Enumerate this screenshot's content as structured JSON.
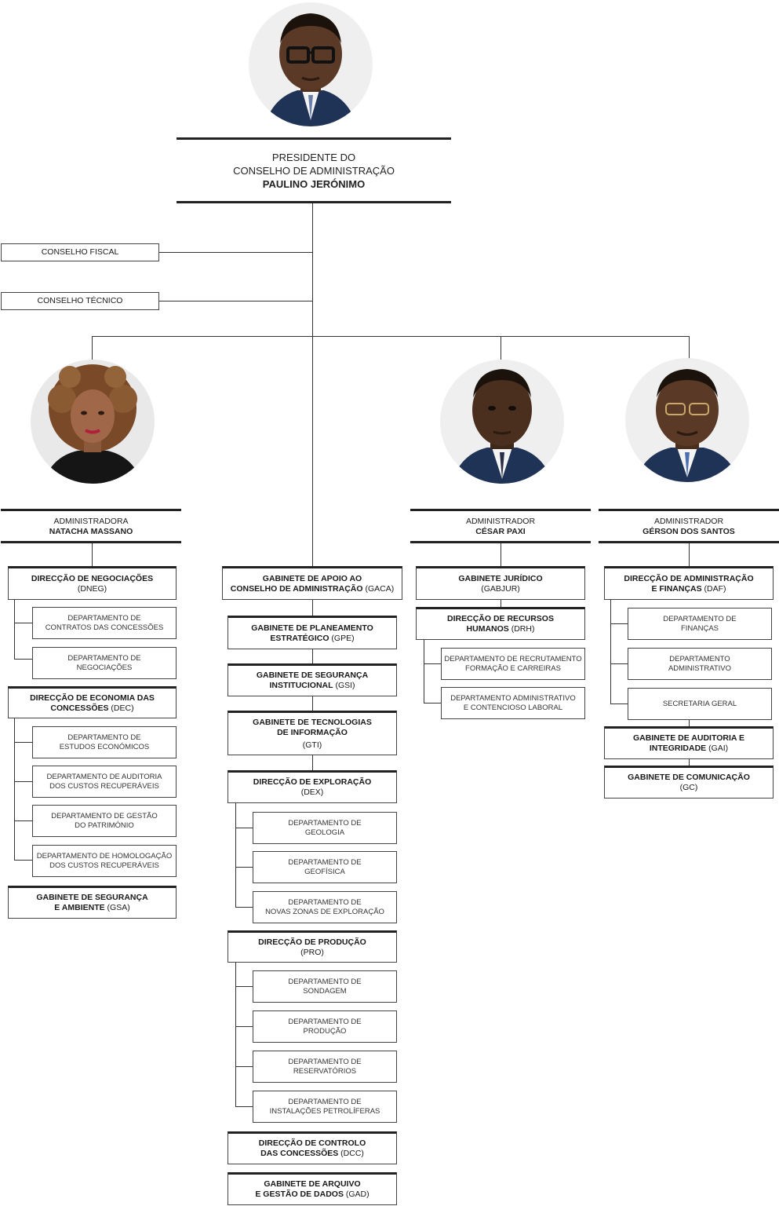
{
  "president": {
    "title1": "PRESIDENTE DO",
    "title2": "CONSELHO DE ADMINISTRAÇÃO",
    "name": "PAULINO JERÓNIMO"
  },
  "side_boards": {
    "fiscal": "CONSELHO FISCAL",
    "tecnico": "CONSELHO TÉCNICO"
  },
  "admins": [
    {
      "role": "ADMINISTRADORA",
      "name": "NATACHA MASSANO"
    },
    {
      "role": "ADMINISTRADOR",
      "name": "CÉSAR PAXI"
    },
    {
      "role": "ADMINISTRADOR",
      "name": "GÉRSON DOS SANTOS"
    }
  ],
  "col1": {
    "dneg": {
      "l1": "DIRECÇÃO DE NEGOCIAÇÕES",
      "l2": "(DNEG)"
    },
    "dneg_subs": [
      {
        "l1": "DEPARTAMENTO DE",
        "l2": "CONTRATOS DAS CONCESSÕES"
      },
      {
        "l1": "DEPARTAMENTO DE",
        "l2": "NEGOCIAÇÕES"
      }
    ],
    "dec": {
      "l1": "DIRECÇÃO DE ECONOMIA DAS",
      "l2b": "CONCESSÕES",
      "l2n": " (DEC)"
    },
    "dec_subs": [
      {
        "l1": "DEPARTAMENTO DE",
        "l2": "ESTUDOS ECONÓMICOS"
      },
      {
        "l1": "DEPARTAMENTO DE AUDITORIA",
        "l2": "DOS CUSTOS RECUPERÁVEIS"
      },
      {
        "l1": "DEPARTAMENTO DE GESTÃO",
        "l2": "DO PATRIMÓNIO"
      },
      {
        "l1": "DEPARTAMENTO DE HOMOLOGAÇÃO",
        "l2": "DOS CUSTOS RECUPERÁVEIS"
      }
    ],
    "gsa": {
      "l1": "GABINETE DE SEGURANÇA",
      "l2b": "E AMBIENTE",
      "l2n": " (GSA)"
    }
  },
  "col2": {
    "gaca": {
      "l1": "GABINETE DE APOIO AO",
      "l2b": "CONSELHO DE ADMINISTRAÇÃO",
      "l2n": " (GACA)"
    },
    "gpe": {
      "l1": "GABINETE DE PLANEAMENTO",
      "l2b": "ESTRATÉGICO",
      "l2n": " (GPE)"
    },
    "gsi": {
      "l1": "GABINETE DE SEGURANÇA",
      "l2b": "INSTITUCIONAL",
      "l2n": " (GSI)"
    },
    "gti": {
      "l1": "GABINETE DE TECNOLOGIAS",
      "l2": "DE INFORMAÇÃO",
      "l3": "(GTI)"
    },
    "dex": {
      "l1": "DIRECÇÃO DE EXPLORAÇÃO",
      "l2": "(DEX)"
    },
    "dex_subs": [
      {
        "l1": "DEPARTAMENTO DE",
        "l2": "GEOLOGIA"
      },
      {
        "l1": "DEPARTAMENTO DE",
        "l2": "GEOFÍSICA"
      },
      {
        "l1": "DEPARTAMENTO DE",
        "l2": "NOVAS ZONAS DE EXPLORAÇÃO"
      }
    ],
    "pro": {
      "l1": "DIRECÇÃO DE PRODUÇÃO",
      "l2": "(PRO)"
    },
    "pro_subs": [
      {
        "l1": "DEPARTAMENTO DE",
        "l2": "SONDAGEM"
      },
      {
        "l1": "DEPARTAMENTO DE",
        "l2": "PRODUÇÃO"
      },
      {
        "l1": "DEPARTAMENTO DE",
        "l2": "RESERVATÓRIOS"
      },
      {
        "l1": "DEPARTAMENTO DE",
        "l2": "INSTALAÇÕES PETROLÍFERAS"
      }
    ],
    "dcc": {
      "l1": "DIRECÇÃO DE CONTROLO",
      "l2b": "DAS CONCESSÕES",
      "l2n": " (DCC)"
    },
    "gad": {
      "l1": "GABINETE DE ARQUIVO",
      "l2b": "E GESTÃO DE DADOS",
      "l2n": " (GAD)"
    }
  },
  "col3": {
    "gabjur": {
      "l1": "GABINETE JURÍDICO",
      "l2": "(GABJUR)"
    },
    "drh": {
      "l1": "DIRECÇÃO DE RECURSOS",
      "l2b": "HUMANOS",
      "l2n": " (DRH)"
    },
    "drh_subs": [
      {
        "l1": "DEPARTAMENTO DE RECRUTAMENTO",
        "l2": "FORMAÇÃO E CARREIRAS"
      },
      {
        "l1": "DEPARTAMENTO ADMINISTRATIVO",
        "l2": "E CONTENCIOSO LABORAL"
      }
    ]
  },
  "col4": {
    "daf": {
      "l1": "DIRECÇÃO DE ADMINISTRAÇÃO",
      "l2b": "E FINANÇAS",
      "l2n": " (DAF)"
    },
    "daf_subs": [
      {
        "l1": "DEPARTAMENTO DE",
        "l2": "FINANÇAS"
      },
      {
        "l1": "DEPARTAMENTO",
        "l2": "ADMINISTRATIVO"
      },
      {
        "l1": "SECRETARIA GERAL",
        "l2": ""
      }
    ],
    "gai": {
      "l1": "GABINETE DE AUDITORIA E",
      "l2b": "INTEGRIDADE",
      "l2n": " (GAI)"
    },
    "gc": {
      "l1": "GABINETE DE COMUNICAÇÃO",
      "l2": "(GC)"
    }
  },
  "colors": {
    "line": "#333333",
    "bar": "#222222",
    "photo_bg": "#efefef",
    "suit": "#1f3357",
    "skin": "#5a3a26"
  }
}
